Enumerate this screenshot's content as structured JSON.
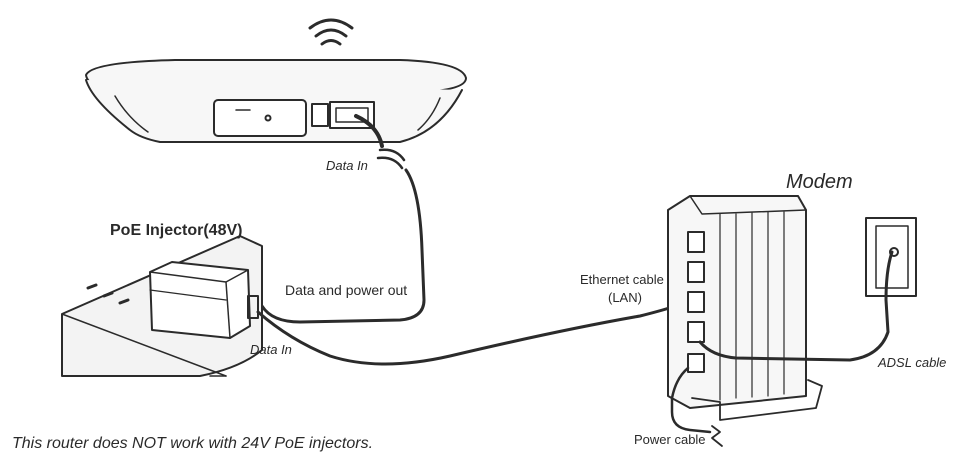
{
  "labels": {
    "data_in_top": "Data In",
    "poe_injector": "PoE Injector(48V)",
    "data_and_power_out": "Data and power out",
    "data_in_bottom": "Data In",
    "modem": "Modem",
    "ethernet_cable_line1": "Ethernet cable",
    "ethernet_cable_line2": "(LAN)",
    "adsl_cable": "ADSL cable",
    "power_cable": "Power cable",
    "warning_note": "This router does NOT work with 24V PoE injectors."
  },
  "icons": {
    "wifi": "wifi-icon",
    "power": "lightning-icon",
    "break": "cable-break-icon"
  },
  "colors": {
    "line": "#2b2b2b",
    "background": "#ffffff",
    "device_fill": "#f7f7f7"
  }
}
